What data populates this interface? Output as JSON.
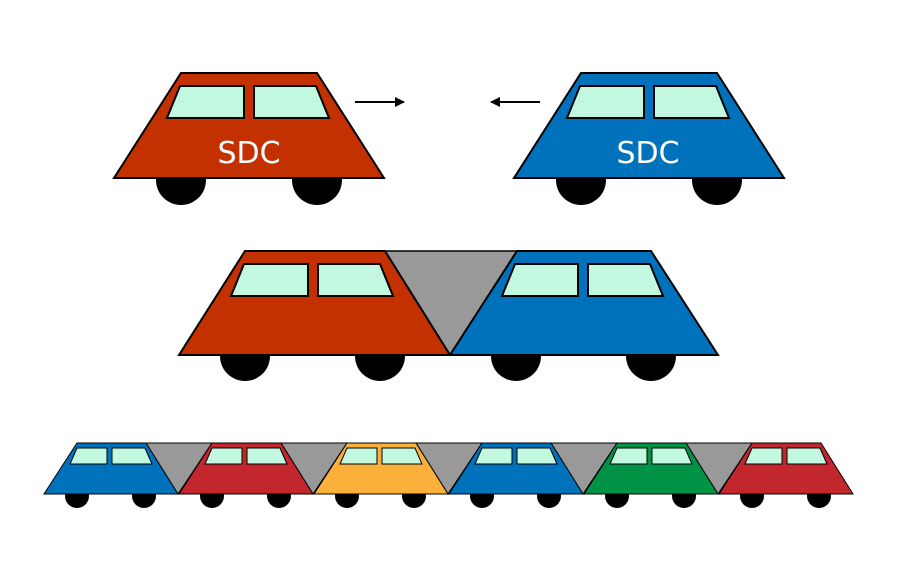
{
  "colors": {
    "red": "#C33100",
    "blue": "#0072BC",
    "crimson": "#C1272D",
    "yellow": "#FBB03B",
    "green": "#009245",
    "window": "#C2F7E0",
    "connector": "#999999",
    "outline": "#000000",
    "wheel": "#000000",
    "label_text": "#ffffff"
  },
  "top_row": {
    "left_car": {
      "label": "SDC",
      "color": "red"
    },
    "right_car": {
      "label": "SDC",
      "color": "blue"
    },
    "left_arrow_icon": "arrow-right-icon",
    "right_arrow_icon": "arrow-left-icon"
  },
  "middle_row": {
    "cars": [
      {
        "color": "red"
      },
      {
        "color": "blue"
      }
    ]
  },
  "bottom_row": {
    "cars": [
      {
        "color": "blue"
      },
      {
        "color": "crimson"
      },
      {
        "color": "yellow"
      },
      {
        "color": "blue"
      },
      {
        "color": "green"
      },
      {
        "color": "crimson"
      }
    ]
  }
}
